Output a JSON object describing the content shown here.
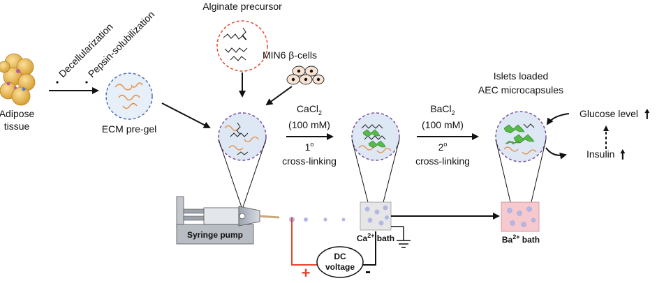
{
  "labels": {
    "adipose_line1": "Adipose",
    "adipose_line2": "tissue",
    "step_decell": "Decellularization",
    "step_pepsin": "Pepsin-solubilization",
    "ecm_pregel": "ECM pre-gel",
    "alginate": "Alginate precursor",
    "min6_cells": "MIN6 β-cells",
    "cacl2_base": "CaCl",
    "cacl2_sub": "2",
    "cacl2_conc": "(100 mM)",
    "primary_num": "1",
    "primary_sup": "o",
    "primary_text": "cross-linking",
    "bacl2_base": "BaCl",
    "bacl2_sub": "2",
    "bacl2_conc": "(100 mM)",
    "secondary_num": "2",
    "secondary_sup": "o",
    "secondary_text": "cross-linking",
    "islets_line1": "Islets loaded",
    "islets_line2": "AEC microcapsules",
    "glucose_level": "Glucose level",
    "insulin": "Insulin",
    "up_arrow": "🠕",
    "syringe_pump": "Syringe pump",
    "ca_bath_base": "Ca",
    "ca_bath_sup": "2+",
    "ca_bath_text": " bath",
    "ba_bath_base": "Ba",
    "ba_bath_sup": "2+",
    "ba_bath_text": " bath",
    "dc_line1": "DC",
    "dc_line2": "voltage",
    "plus": "+",
    "minus": "-"
  },
  "colors": {
    "ecm_fiber": "#e8873a",
    "alginate_outline": "#e8452c",
    "ecm_outline": "#4a6fb5",
    "capsule_outline": "#7b4fa0",
    "capsule_fill": "#dde8f4",
    "crosslink_green": "#57b947",
    "positive_wire": "#e8452c",
    "ba_bath_fill": "#f6c9cf",
    "ca_bath_fill": "#e6e6e6",
    "droplet": "#b3b7e6"
  }
}
